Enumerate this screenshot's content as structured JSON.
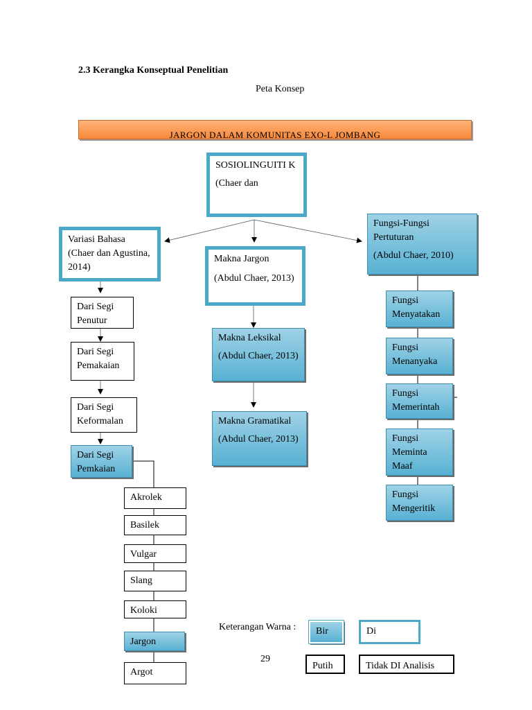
{
  "heading": "2.3 Kerangka Konseptual Penelitian",
  "subtitle": "Peta Konsep",
  "banner": "JARGON DALAM KOMUNITAS EXO-L JOMBANG",
  "root": {
    "title": "SOSIOLINGUITI K",
    "citation": "(Chaer dan"
  },
  "variasi": {
    "title": "Variasi Bahasa",
    "citation": "(Chaer dan Agustina, 2014)"
  },
  "makna_jargon": {
    "title": "Makna Jargon",
    "citation": "(Abdul Chaer, 2013)"
  },
  "fungsi": {
    "title": "Fungsi-Fungsi Pertuturan",
    "citation": "(Abdul Chaer, 2010)"
  },
  "segi": [
    {
      "label": "Dari Segi\nPenutur"
    },
    {
      "label": "Dari Segi\nPemakaian"
    },
    {
      "label": "Dari Segi\nKeformalan"
    },
    {
      "label": "Dari Segi\nPemkaian"
    }
  ],
  "jenis": [
    "Akrolek",
    "Basilek",
    "Vulgar",
    "Slang",
    "Koloki",
    "Jargon",
    "Argot"
  ],
  "makna": [
    {
      "title": "Makna Leksikal",
      "citation": "(Abdul Chaer, 2013)"
    },
    {
      "title": "Makna Gramatikal",
      "citation": "(Abdul Chaer, 2013)"
    }
  ],
  "fungsi_items": [
    {
      "label": "Fungsi\nMenyatakan"
    },
    {
      "label": "Fungsi\nMenanyaka"
    },
    {
      "label": "Fungsi\nMemerintah"
    },
    {
      "label": "Fungsi\nMeminta\nMaaf"
    },
    {
      "label": "Fungsi\nMengeritik"
    }
  ],
  "legend": {
    "label": "Keterangan Warna :",
    "blue_text": "Bir",
    "outline_text": "Di",
    "white_text": "Putih",
    "not_analyzed_text": "Tidak DI Analisis"
  },
  "page_number": "29",
  "colors": {
    "accent_blue": "#4aa9c8",
    "box_blue": "#58b1d3",
    "banner_orange": "#f7883a"
  }
}
